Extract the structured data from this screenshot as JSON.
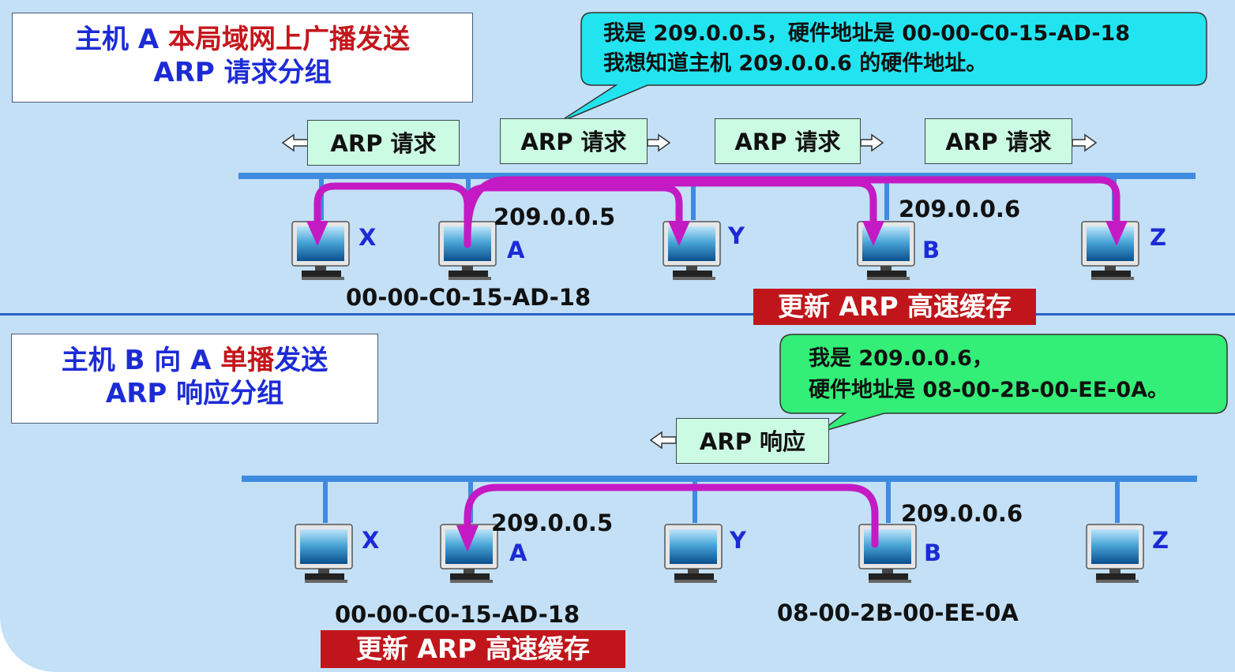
{
  "top": {
    "title_prefix": "主机 A ",
    "title_highlight": "本局域网上广播发送",
    "title_line2": "ARP 请求分组",
    "callout_line1": "我是 209.0.0.5，硬件地址是 00-00-C0-15-AD-18",
    "callout_line2": "我想知道主机 209.0.0.6 的硬件地址。",
    "packets": [
      "ARP 请求",
      "ARP 请求",
      "ARP 请求",
      "ARP 请求"
    ],
    "ip_a": "209.0.0.5",
    "ip_b": "209.0.0.6",
    "mac_a": "00-00-C0-15-AD-18",
    "update_cache": "更新 ARP 高速缓存"
  },
  "bottom": {
    "title_prefix": "主机 B 向 A ",
    "title_highlight": "单播",
    "title_suffix": "发送",
    "title_line2": "ARP 响应分组",
    "callout_line1": "我是 209.0.0.6，",
    "callout_line2": "硬件地址是 08-00-2B-00-EE-0A。",
    "packet": "ARP 响应",
    "ip_a": "209.0.0.5",
    "ip_b": "209.0.0.6",
    "mac_a": "00-00-C0-15-AD-18",
    "mac_b": "08-00-2B-00-EE-0A",
    "update_cache": "更新 ARP 高速缓存"
  },
  "hosts": [
    "X",
    "A",
    "Y",
    "B",
    "Z"
  ],
  "icons": {
    "computer": "computer-monitor-icon",
    "arrow": "hollow-arrow-icon"
  },
  "colors": {
    "background": "#c3e0f6",
    "bus": "#3f8be0",
    "flow_arrow": "#c41ac4",
    "title_blue": "#1c2bd6",
    "highlight_red": "#c4161c",
    "request_callout": "#22e4f0",
    "response_callout": "#33ee77",
    "packet_fill": "#ccfbe3"
  }
}
